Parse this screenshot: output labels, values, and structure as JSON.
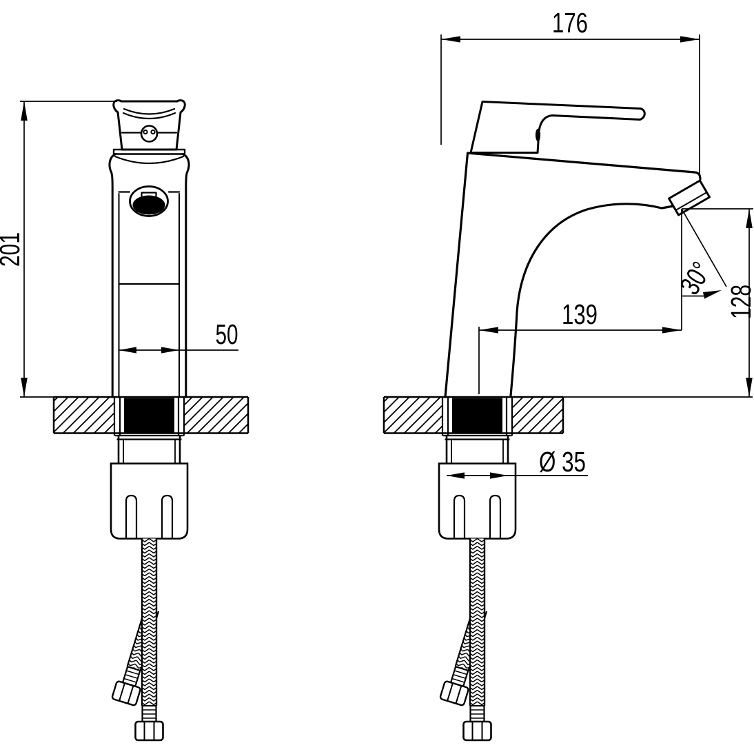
{
  "dimensions": {
    "front_height": "201",
    "front_body_width": "50",
    "side_depth": "176",
    "side_spout_reach": "139",
    "side_spout_height": "128",
    "side_spout_angle": "30°",
    "shank_diameter": "Ø 35"
  },
  "colors": {
    "line": "#000000",
    "background": "#ffffff",
    "gasket": "#000000"
  }
}
